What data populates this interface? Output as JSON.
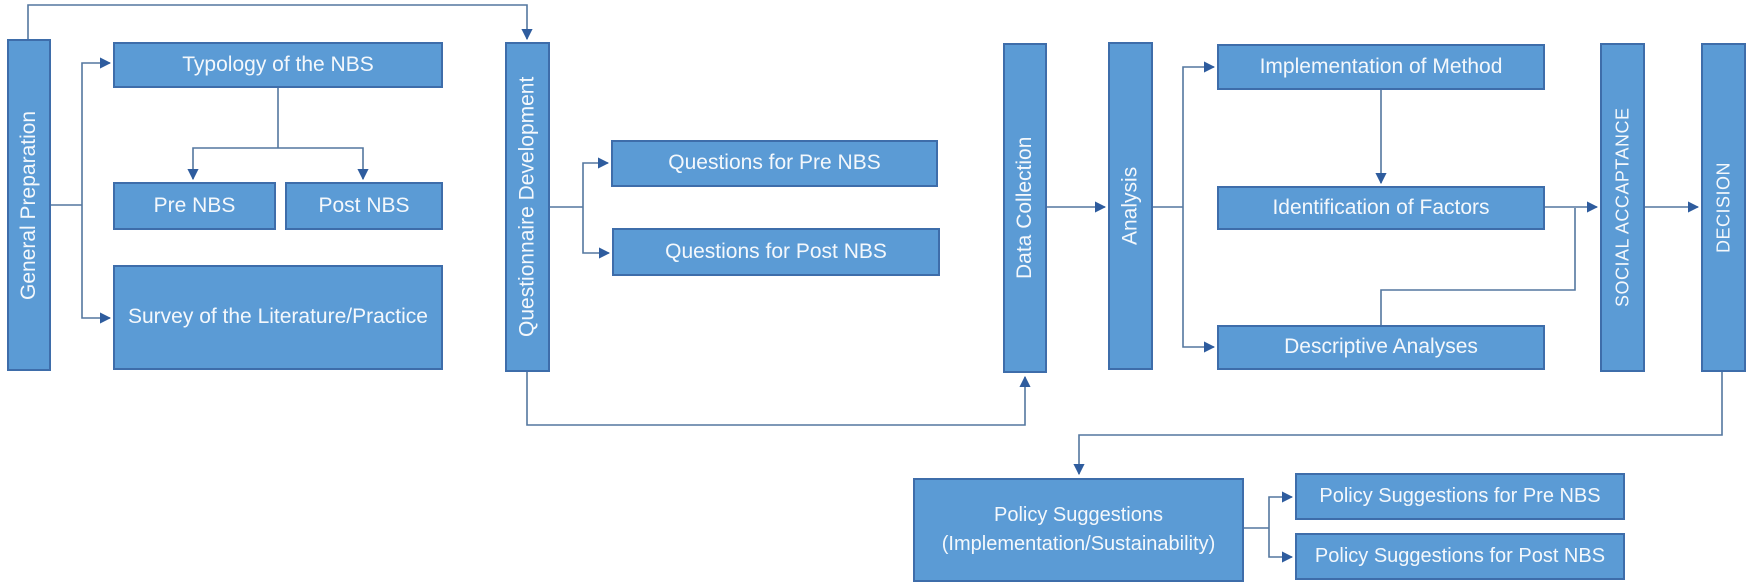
{
  "diagram": {
    "nodes": {
      "general_preparation": {
        "label": "General Preparation"
      },
      "typology": {
        "label": "Typology of the NBS"
      },
      "pre_nbs": {
        "label": "Pre NBS"
      },
      "post_nbs": {
        "label": "Post NBS"
      },
      "survey": {
        "label": "Survey of the Literature/Practice"
      },
      "questionnaire_development": {
        "label": "Questionnaire Development"
      },
      "questions_pre": {
        "label": "Questions for Pre NBS"
      },
      "questions_post": {
        "label": "Questions for Post NBS"
      },
      "data_collection": {
        "label": "Data Collection"
      },
      "analysis": {
        "label": "Analysis"
      },
      "implementation": {
        "label": "Implementation of Method"
      },
      "identification": {
        "label": "Identification of Factors"
      },
      "descriptive": {
        "label": "Descriptive Analyses"
      },
      "social_acceptance": {
        "label": "SOCIAL ACCAPTANCE"
      },
      "decision": {
        "label": "DECISION"
      },
      "policy": {
        "label": "Policy Suggestions\n(Implementation/Sustainability)"
      },
      "policy_pre": {
        "label": "Policy Suggestions  for Pre NBS"
      },
      "policy_post": {
        "label": "Policy Suggestions for Post NBS"
      }
    },
    "edges": [
      {
        "from": "general_preparation",
        "to": "questionnaire_development"
      },
      {
        "from": "general_preparation",
        "to": "typology"
      },
      {
        "from": "general_preparation",
        "to": "survey"
      },
      {
        "from": "typology",
        "to": "pre_nbs"
      },
      {
        "from": "typology",
        "to": "post_nbs"
      },
      {
        "from": "questionnaire_development",
        "to": "questions_pre"
      },
      {
        "from": "questionnaire_development",
        "to": "questions_post"
      },
      {
        "from": "questionnaire_development",
        "to": "data_collection"
      },
      {
        "from": "data_collection",
        "to": "analysis"
      },
      {
        "from": "analysis",
        "to": "implementation"
      },
      {
        "from": "analysis",
        "to": "descriptive"
      },
      {
        "from": "implementation",
        "to": "identification"
      },
      {
        "from": "identification",
        "to": "social_acceptance"
      },
      {
        "from": "descriptive",
        "to": "social_acceptance"
      },
      {
        "from": "social_acceptance",
        "to": "decision"
      },
      {
        "from": "decision",
        "to": "policy"
      },
      {
        "from": "policy",
        "to": "policy_pre"
      },
      {
        "from": "policy",
        "to": "policy_post"
      }
    ],
    "colors": {
      "node_fill": "#5b9bd5",
      "node_border": "#3e6daa",
      "connector": "#54779f",
      "arrowhead": "#2e5c9e",
      "text": "#f4f8fc",
      "background": "#ffffff"
    }
  }
}
